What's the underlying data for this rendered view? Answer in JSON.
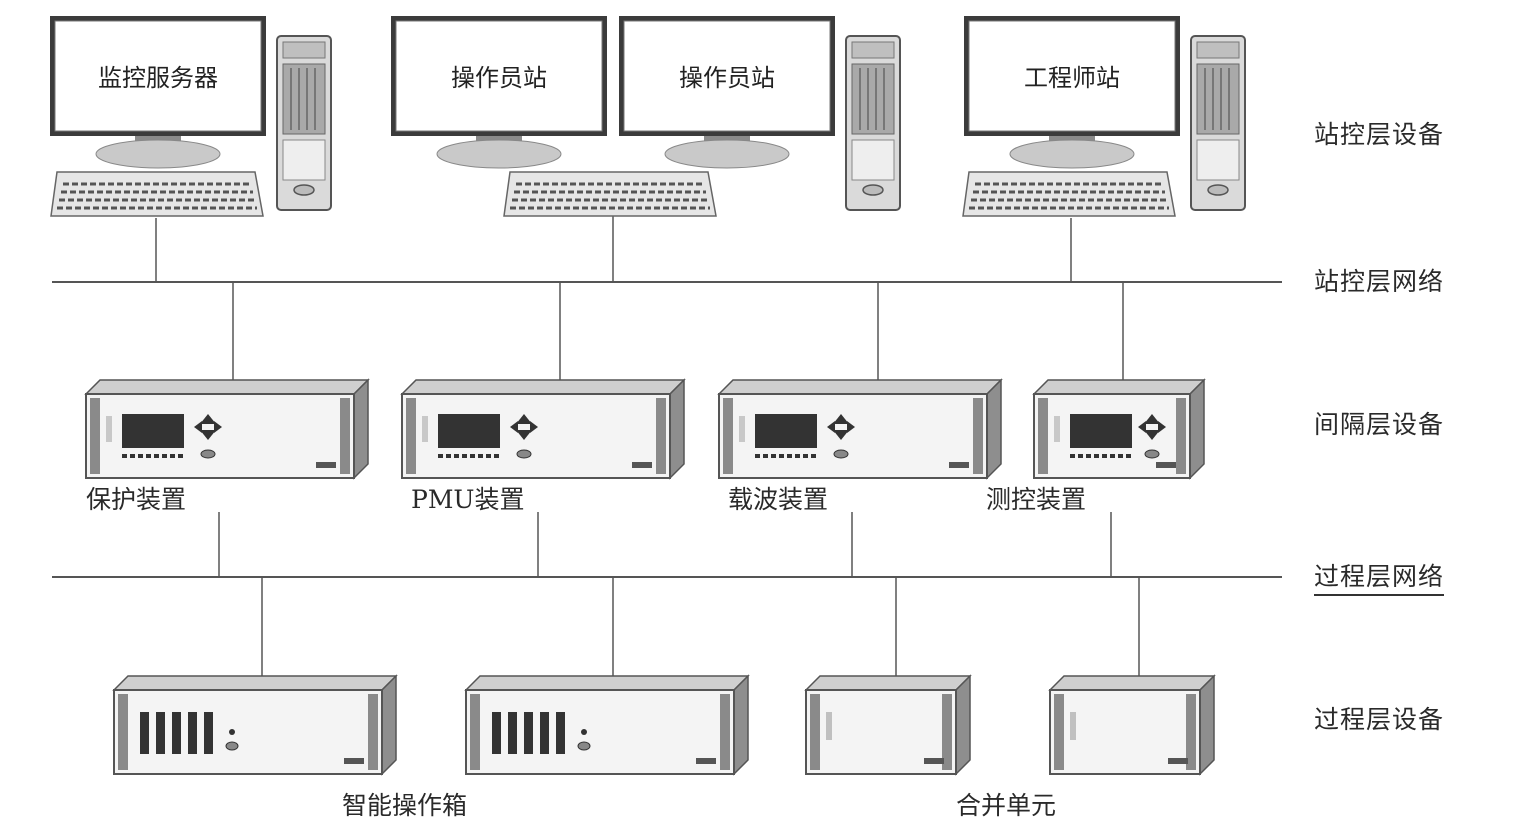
{
  "layers": {
    "station_devices": "站控层设备",
    "station_network": "站控层网络",
    "bay_devices": "间隔层设备",
    "process_network": "过程层网络",
    "process_devices": "过程层设备"
  },
  "workstations": [
    {
      "label": "监控服务器",
      "icon": "computer-with-tower-icon"
    },
    {
      "label": "操作员站",
      "icon": "monitor-icon"
    },
    {
      "label": "操作员站",
      "icon": "monitor-with-tower-icon"
    },
    {
      "label": "工程师站",
      "icon": "computer-with-tower-icon"
    }
  ],
  "bay_devices": [
    {
      "label": "保护装置",
      "icon": "rack-device-icon"
    },
    {
      "label": "PMU装置",
      "icon": "rack-device-icon"
    },
    {
      "label": "载波装置",
      "icon": "rack-device-icon"
    },
    {
      "label": "测控装置",
      "icon": "rack-device-icon"
    }
  ],
  "process_devices": [
    {
      "label": "智能操作箱",
      "icon": "rack-device-icon"
    },
    {
      "label": "合并单元",
      "icon": "rack-device-icon"
    }
  ],
  "colors": {
    "line": "#555555",
    "device_face": "#f4f4f4",
    "device_dark": "#3a3a3a",
    "device_edge": "#6a6a6a"
  }
}
